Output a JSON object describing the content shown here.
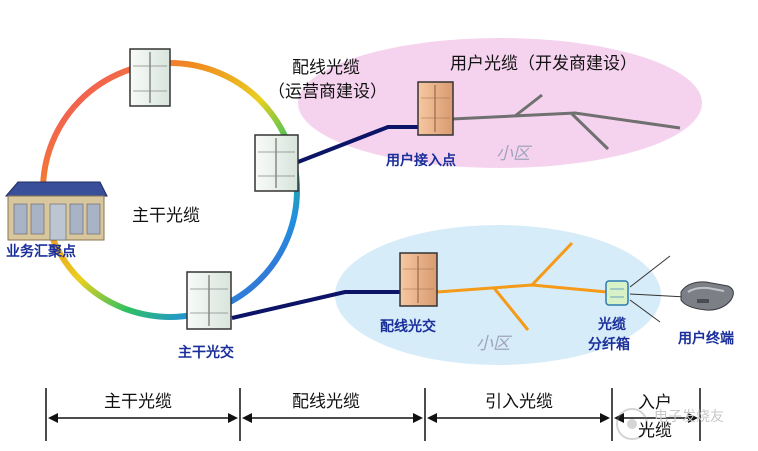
{
  "labels": {
    "distribution_cable_title": "配线光缆",
    "distribution_cable_operator": "（运营商建设）",
    "user_cable_developer": "用户光缆（开发商建设）",
    "user_access_point": "用户接入点",
    "zone_top": "小区",
    "zone_bottom": "小区",
    "trunk_cable": "主干光缆",
    "service_aggregation_point": "业务汇聚点",
    "trunk_cross_connect": "主干光交",
    "distribution_cross_connect": "配线光交",
    "fiber_splitter_box_line1": "光缆",
    "fiber_splitter_box_line2": "分纤箱",
    "user_terminal": "用户终端"
  },
  "segments": {
    "trunk": "主干光缆",
    "distribution": "配线光缆",
    "drop": "引入光缆",
    "entry_line1": "入户",
    "entry_line2": "光缆"
  },
  "watermark": "电子发烧友",
  "colors": {
    "ellipse_top": "#f5d3ee",
    "ellipse_bottom": "#d6ecf8",
    "cable_navy": "#0b1466",
    "cable_gray": "#707070",
    "cable_orange": "#f59a18",
    "label_blue": "#1a2f9a"
  }
}
